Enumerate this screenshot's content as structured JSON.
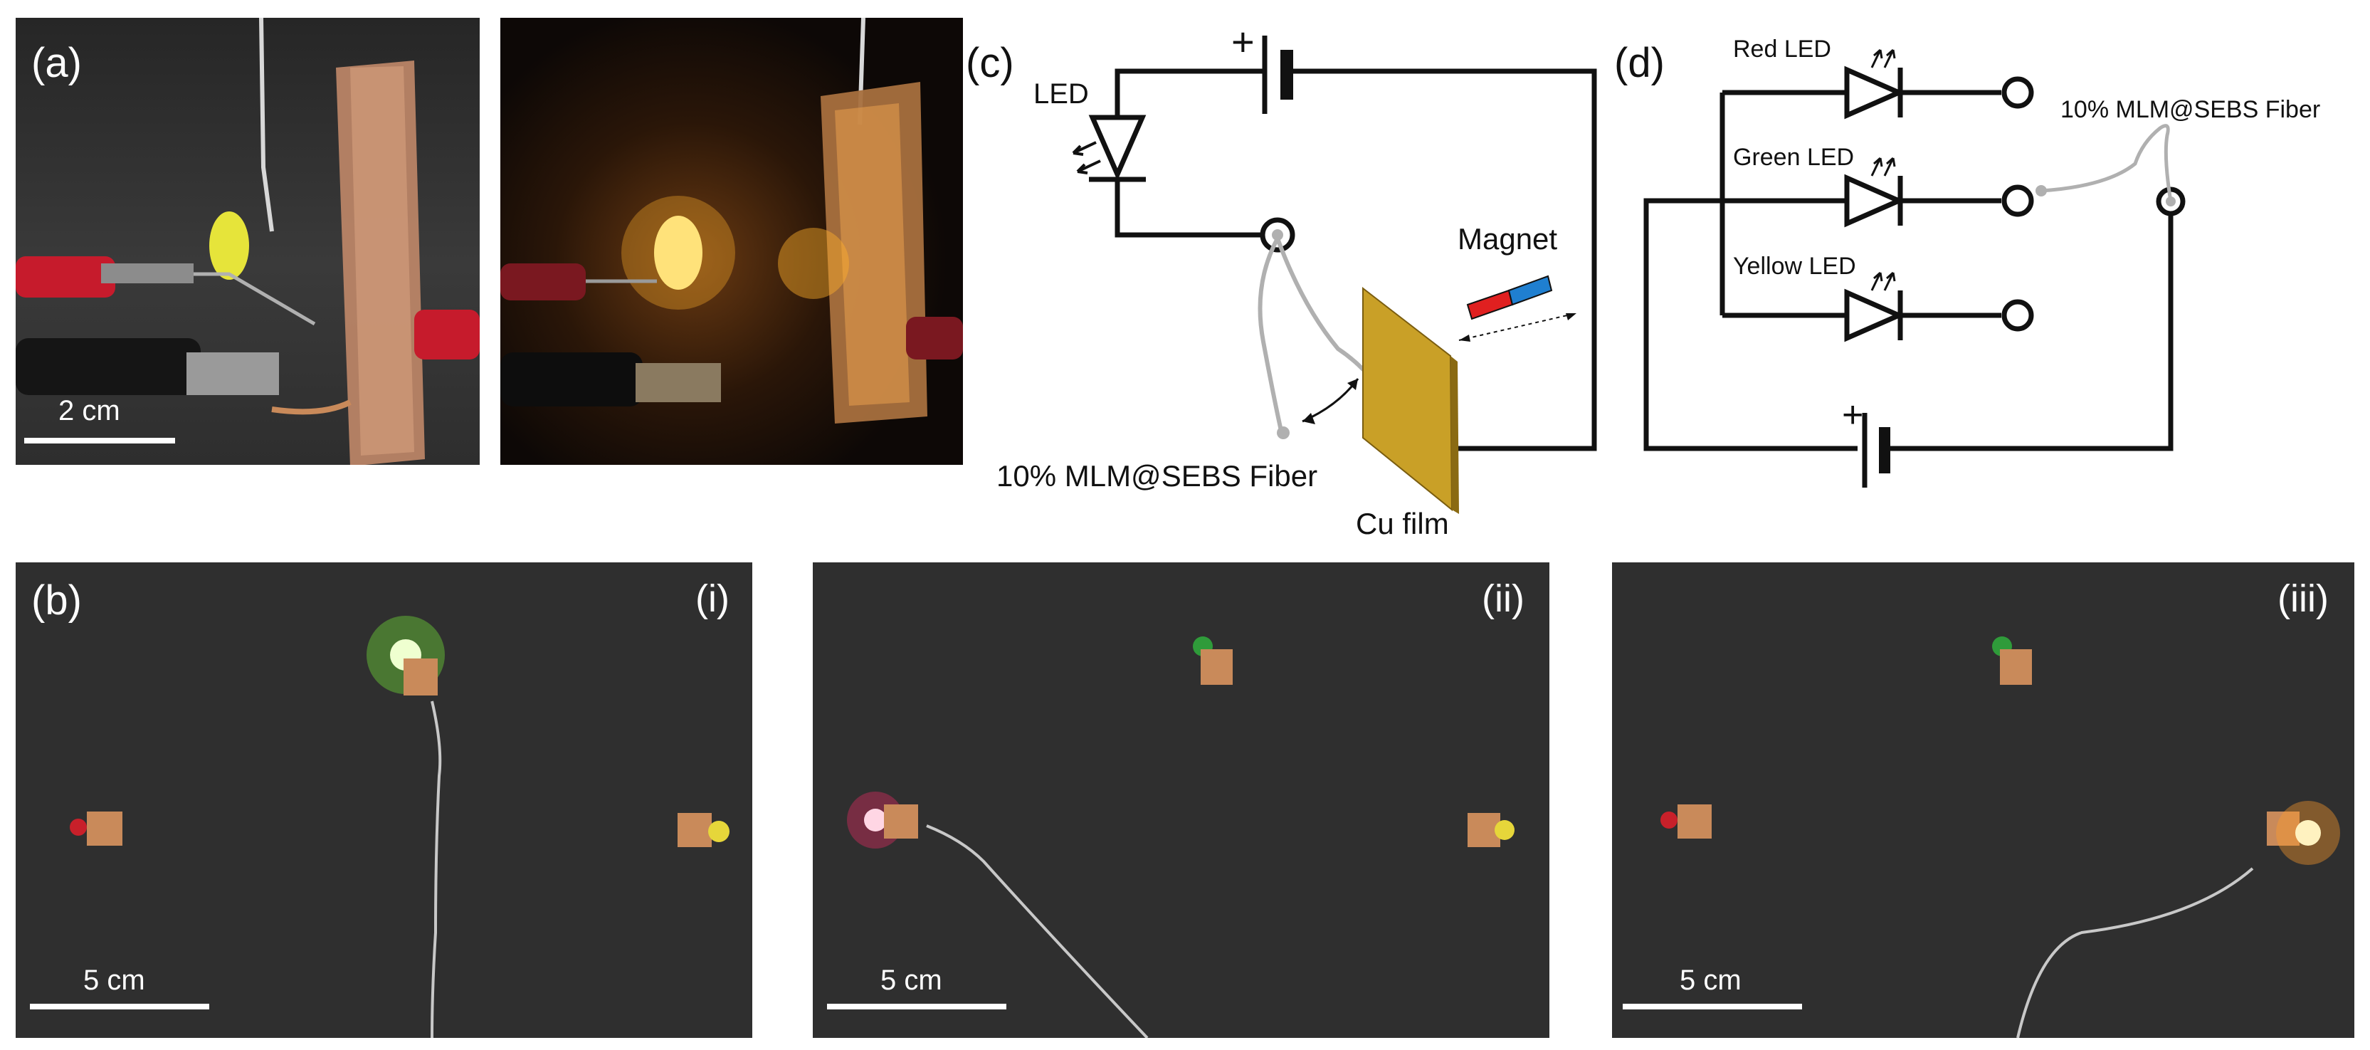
{
  "panels": {
    "a": {
      "label": "(a)",
      "scale_bar": "2 cm"
    },
    "b": {
      "label": "(b)",
      "scale_bar": "5 cm",
      "subpanels": [
        "(i)",
        "(ii)",
        "(iii)"
      ]
    },
    "c": {
      "label": "(c)",
      "led_label": "LED",
      "battery_plus": "+",
      "magnet_label": "Magnet",
      "fiber_label": "10% MLM@SEBS Fiber",
      "film_label": "Cu film"
    },
    "d": {
      "label": "(d)",
      "leds": [
        "Red LED",
        "Green LED",
        "Yellow LED"
      ],
      "fiber_label": "10% MLM@SEBS Fiber",
      "battery_plus": "+"
    }
  },
  "colors": {
    "copper": "#c98a5a",
    "cu_film": "#c9a027",
    "magnet_red": "#e02020",
    "magnet_blue": "#1f7fd0",
    "fiber_gray": "#b0b0b0",
    "led_green": "#7dff3a",
    "led_yellow": "#ffd23a",
    "led_red": "#ff2a3a"
  }
}
